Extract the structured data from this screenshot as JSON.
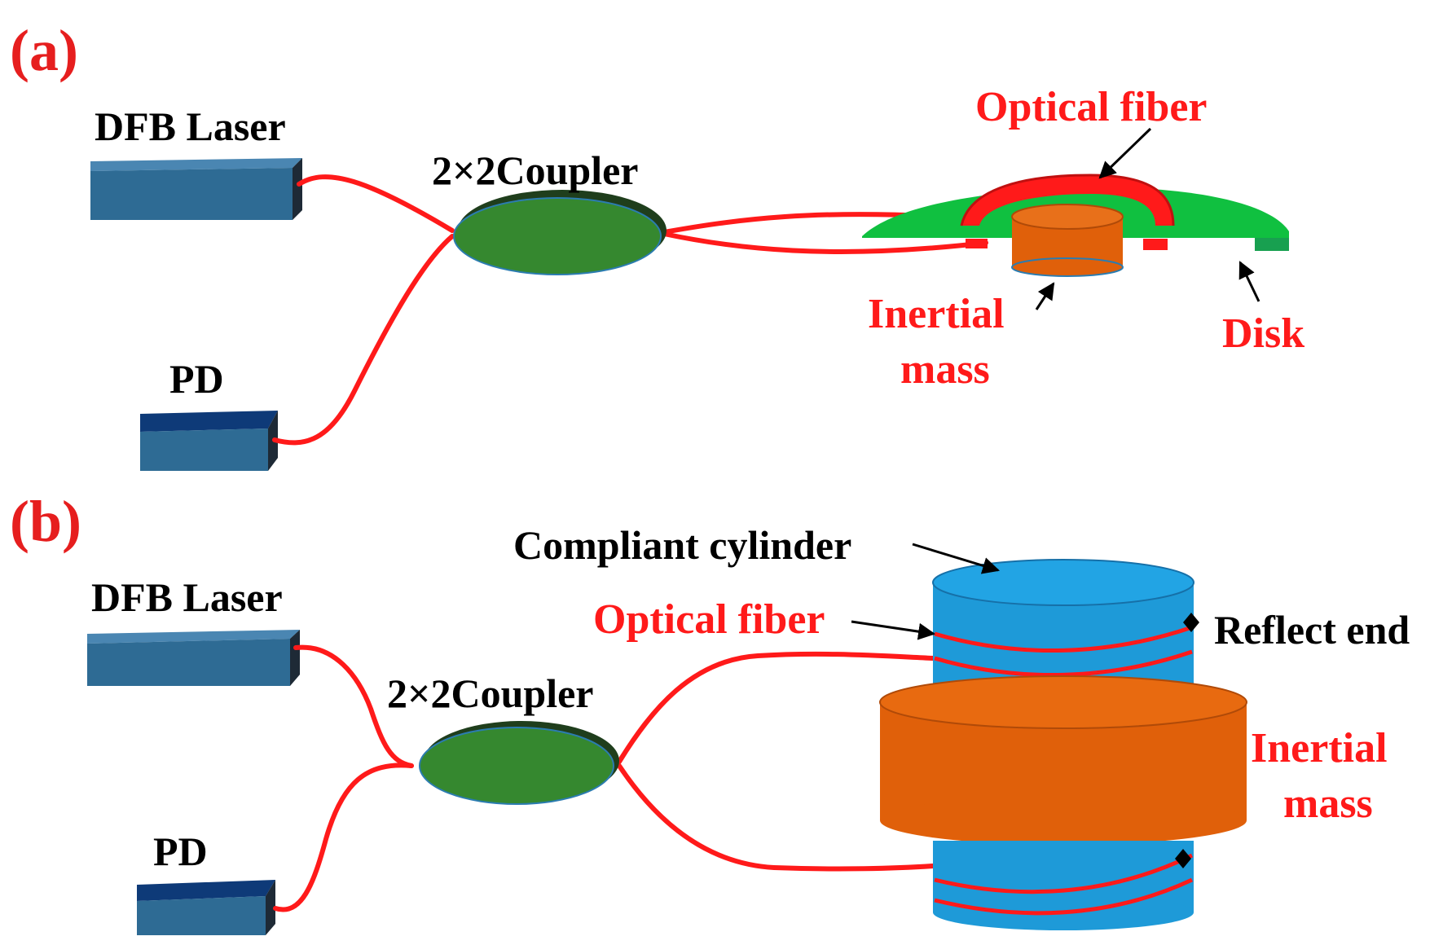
{
  "colors": {
    "fiber": "#ff1a1a",
    "label_red": "#ff1a1a",
    "label_black": "#000000",
    "box_top": "#4a86b2",
    "box_front": "#2e6b94",
    "coupler": "#35882f",
    "disk": "#10c040",
    "mass": "#e0600a",
    "cylinder": "#1e9ad8"
  },
  "panel_a": {
    "letter": "(a)",
    "laser_label": "DFB Laser",
    "pd_label": "PD",
    "coupler_label": "2×2Coupler",
    "fiber_label": "Optical fiber",
    "mass_label_1": "Inertial",
    "mass_label_2": "mass",
    "disk_label": "Disk"
  },
  "panel_b": {
    "letter": "(b)",
    "laser_label": "DFB Laser",
    "pd_label": "PD",
    "coupler_label": "2×2Coupler",
    "cylinder_label": "Compliant cylinder",
    "fiber_label": "Optical fiber",
    "reflect_label": "Reflect end",
    "mass_label_1": "Inertial",
    "mass_label_2": "mass"
  }
}
